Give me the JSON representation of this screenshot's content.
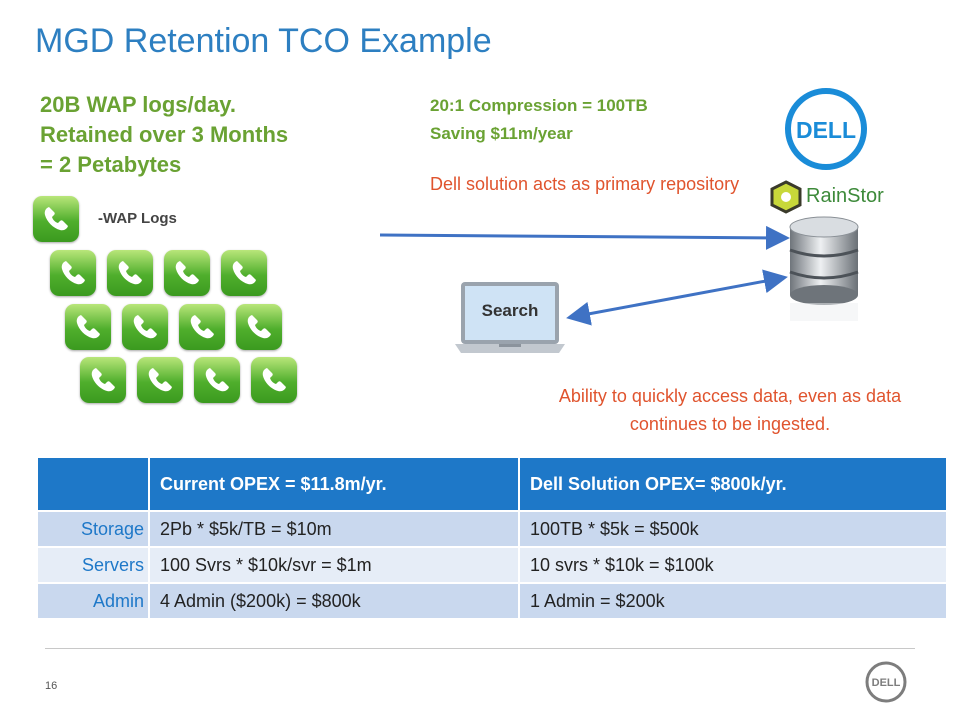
{
  "title": "MGD Retention TCO Example",
  "left_heading": [
    "20B WAP logs/day.",
    "Retained over 3 Months",
    "= 2 Petabytes"
  ],
  "wap_legend_label": "-WAP Logs",
  "compression": [
    "20:1 Compression = 100TB",
    "Saving $11m/year"
  ],
  "primary_note": "Dell solution acts as primary repository",
  "ability_note": "Ability to quickly access data, even as data continues to be ingested.",
  "laptop_label": "Search",
  "logos": {
    "dell": "DELL",
    "rainstor": "RainStor"
  },
  "colors": {
    "title": "#2d7fc1",
    "green": "#6aa233",
    "orange": "#e0542e",
    "table_header": "#1e78c8"
  },
  "table": {
    "headers": [
      "",
      "Current OPEX = $11.8m/yr.",
      "Dell Solution OPEX=  $800k/yr."
    ],
    "rows": [
      [
        "Storage",
        "2Pb * $5k/TB =  $10m",
        "100TB * $5k = $500k"
      ],
      [
        "Servers",
        "100 Svrs *  $10k/svr = $1m",
        "10 svrs * $10k = $100k"
      ],
      [
        "Admin",
        "4 Admin ($200k) = $800k",
        "1 Admin = $200k"
      ]
    ]
  },
  "page_number": "16",
  "footer_logo": "DELL"
}
